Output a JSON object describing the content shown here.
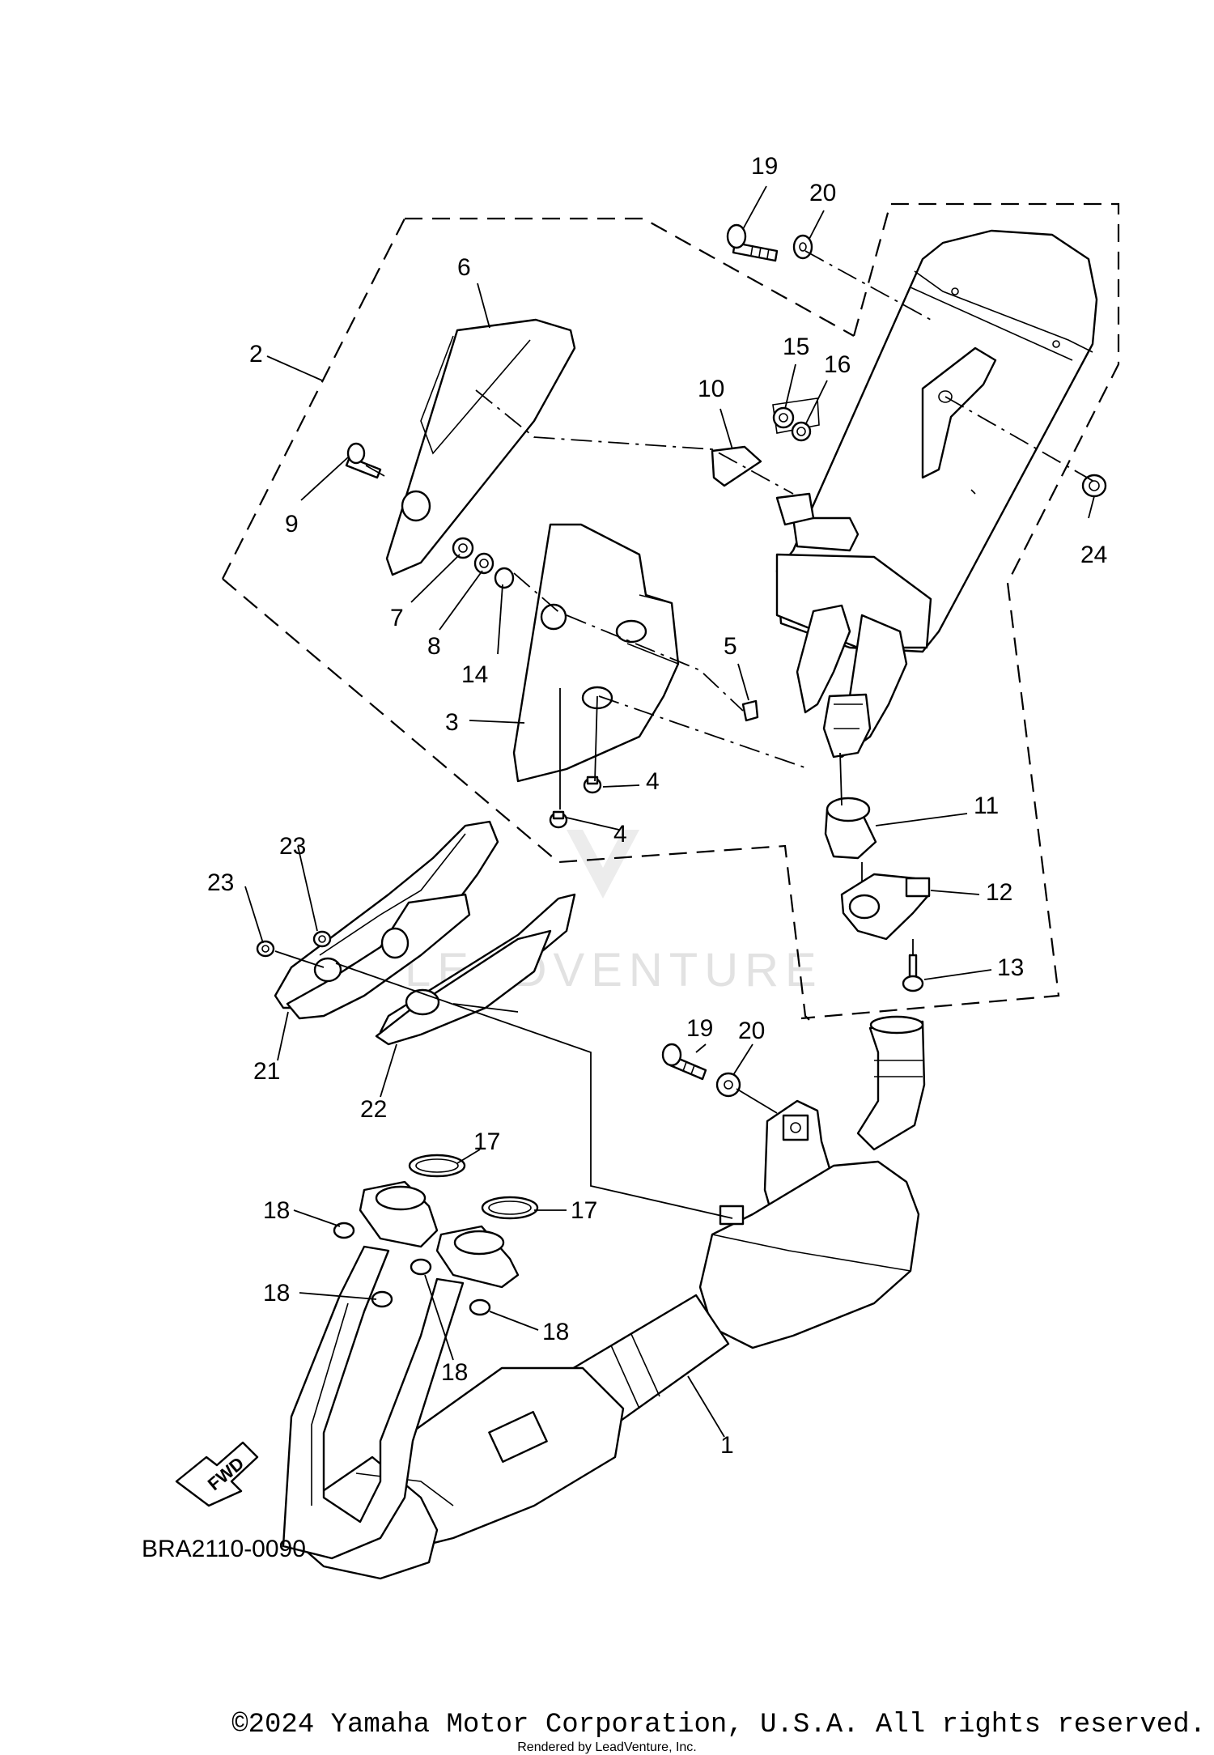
{
  "diagram_code": "BRA2110-0090",
  "fwd_label": "FWD",
  "watermark": "LEADVENTURE",
  "copyright": "©2024 Yamaha Motor Corporation, U.S.A. All rights reserved.",
  "rendered_by": "Rendered by LeadVenture, Inc.",
  "callouts": {
    "c1": "1",
    "c2": "2",
    "c3": "3",
    "c4a": "4",
    "c4b": "4",
    "c5": "5",
    "c6": "6",
    "c7": "7",
    "c8": "8",
    "c9": "9",
    "c10": "10",
    "c11": "11",
    "c12": "12",
    "c13": "13",
    "c14": "14",
    "c15": "15",
    "c16": "16",
    "c17a": "17",
    "c17b": "17",
    "c18a": "18",
    "c18b": "18",
    "c18c": "18",
    "c18d": "18",
    "c19a": "19",
    "c19b": "19",
    "c20a": "20",
    "c20b": "20",
    "c21": "21",
    "c22": "22",
    "c23a": "23",
    "c23b": "23",
    "c24": "24"
  }
}
